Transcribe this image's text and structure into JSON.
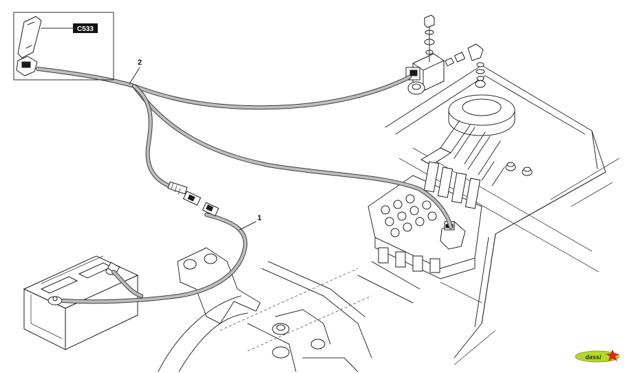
{
  "callouts": {
    "cable_1": "1",
    "cable_2": "2"
  },
  "connector_tag": "C533",
  "brand": {
    "name": "dassi"
  },
  "colors": {
    "cable": "#bdbdbd",
    "outline": "#2a2a2a",
    "tag_background": "#111111",
    "brand_green": "#b7d62a",
    "brand_red": "#e2231a"
  }
}
